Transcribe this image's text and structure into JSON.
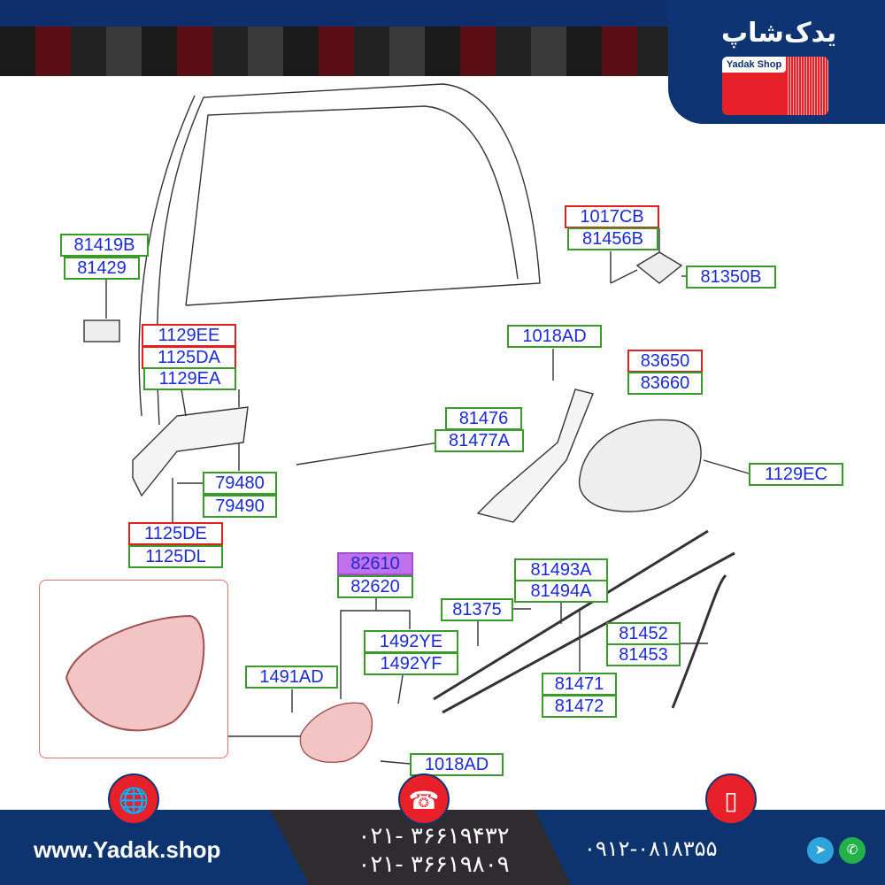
{
  "brand": {
    "name_fa": "یدک‌شاپ",
    "name_en": "Yadak Shop",
    "logos": [
      "hyundai-logo",
      "kia-logo"
    ]
  },
  "parts": {
    "p81419B": "81419B",
    "p81429": "81429",
    "p1129EE": "1129EE",
    "p1125DA": "1125DA",
    "p1129EA": "1129EA",
    "p79480": "79480",
    "p79490": "79490",
    "p1125DE": "1125DE",
    "p1125DL": "1125DL",
    "p1017CB": "1017CB",
    "p81456B": "81456B",
    "p81350B": "81350B",
    "p1018AD_top": "1018AD",
    "p83650": "83650",
    "p83660": "83660",
    "p81476": "81476",
    "p81477A": "81477A",
    "p1129EC": "1129EC",
    "p82610": "82610",
    "p82620": "82620",
    "p81493A": "81493A",
    "p81494A": "81494A",
    "p81375": "81375",
    "p1492YE": "1492YE",
    "p1492YF": "1492YF",
    "p81452": "81452",
    "p81453": "81453",
    "p1491AD": "1491AD",
    "p81471": "81471",
    "p81472": "81472",
    "p1018AD_bottom": "1018AD"
  },
  "footer": {
    "website": "www.Yadak.shop",
    "phone1": "۰۲۱- ۳۶۶۱۹۴۳۲",
    "phone2": "۰۲۱- ۳۶۶۱۹۸۰۹",
    "mobile": "۰۹۱۲-۰۸۱۸۳۵۵"
  },
  "colors": {
    "navy": "#0e3470",
    "red": "#e8202a",
    "label_text": "#1a2ad8",
    "green_box": "#3a9a2a"
  }
}
